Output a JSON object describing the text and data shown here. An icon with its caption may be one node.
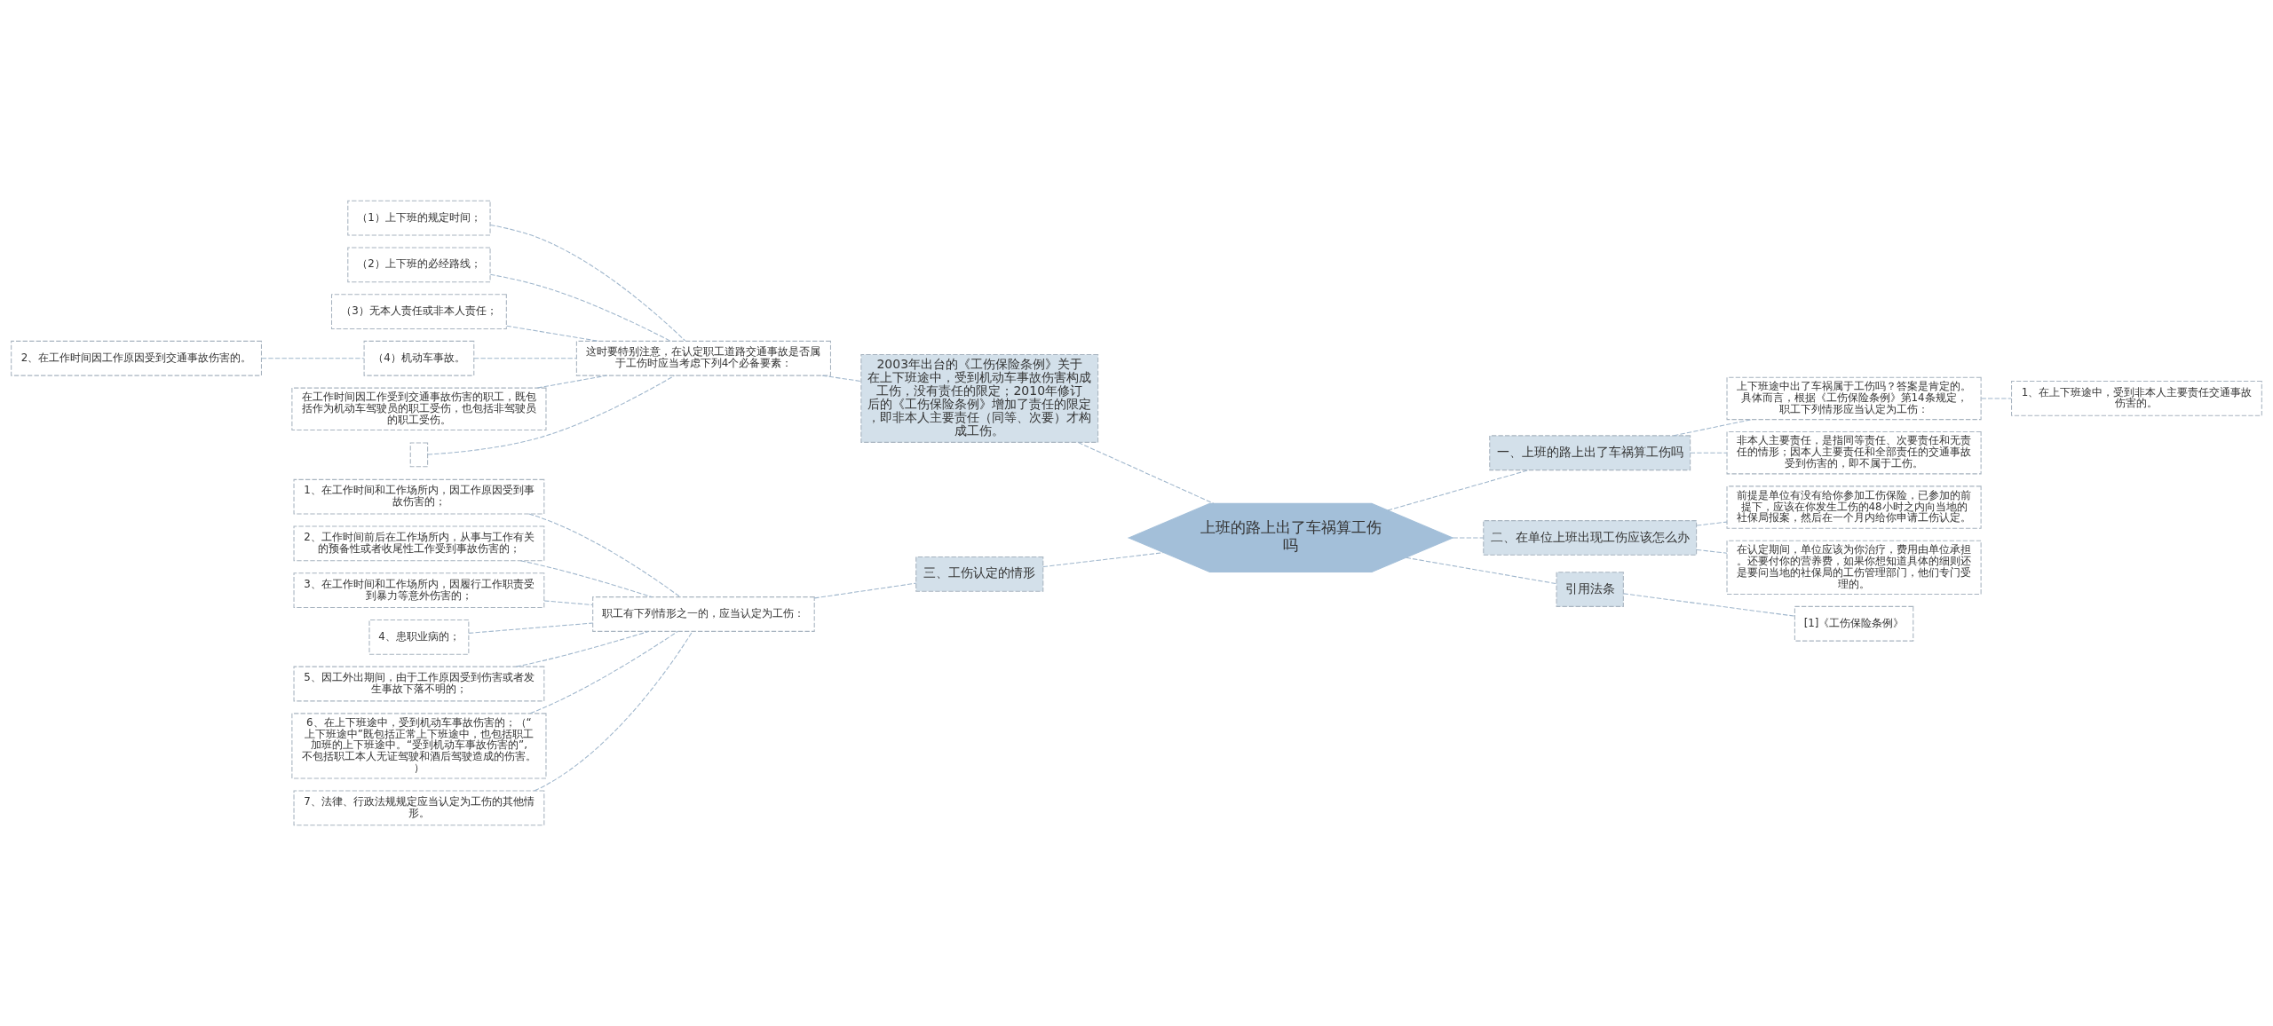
{
  "diagram": {
    "nodes": [
      {
        "text": [
          "上班的路上出了车祸算工伤吗"
        ]
      },
      {
        "text": [
          "2003年出台的《工伤保险条例》关于在上下班途中，受到机动车事故伤害构成工伤，没有责任的限定；2010年修订后的《工伤保险条例》增加了责任的限定，即非本人主要责任（同等、次要）才构成工伤。"
        ]
      },
      {
        "text": [
          "这时要特别注意，在认定职工道路交通事故是否属于工伤时应当考虑下列4个必备要素："
        ]
      },
      {
        "text": [
          "（1）上下班的规定时间；"
        ]
      },
      {
        "text": [
          "（2）上下班的必经路线；"
        ]
      },
      {
        "text": [
          "（3）无本人责任或非本人责任；"
        ]
      },
      {
        "text": [
          "（4）机动车事故。"
        ]
      },
      {
        "text": [
          "2、在工作时间因工作原因受到交通事故伤害的。"
        ]
      },
      {
        "text": [
          "在工作时间因工作受到交通事故伤害的职工，既包括作为机动车驾驶员的职工受伤，也包括非驾驶员的职工受伤。"
        ]
      },
      {
        "text": [],
        "shape": "box"
      },
      {
        "text": [
          "三、工伤认定的情形"
        ]
      },
      {
        "text": [
          "职工有下列情形之一的，应当认定为工伤："
        ]
      },
      {
        "text": [
          "1、在工作时间和工作场所内，因工作原因受到事故伤害的；"
        ]
      },
      {
        "text": [
          "2、工作时间前后在工作场所内，从事与工作有关的预备性或者收尾性工作受到事故伤害的；"
        ]
      },
      {
        "text": [
          "3、在工作时间和工作场所内，因履行工作职责受到暴力等意外伤害的；"
        ]
      },
      {
        "text": [
          "4、患职业病的；"
        ]
      },
      {
        "text": [
          "5、因工外出期间，由于工作原因受到伤害或者发生事故下落不明的；"
        ]
      },
      {
        "text": [
          "6、在上下班途中，受到机动车事故伤害的；（“上下班途中”既包括正常上下班途中，也包括职工加班的上下班途中。“受到机动车事故伤害的”,不包括职工本人无证驾驶和酒后驾驶造成的伤害。）"
        ]
      },
      {
        "text": [
          "7、法律、行政法规规定应当认定为工伤的其他情形。"
        ]
      },
      {
        "text": [
          "一、上班的路上出了车祸算工伤吗"
        ]
      },
      {
        "text": [
          "上下班途中出了车祸属于工伤吗？答案是肯定的。具体而言，根据《工伤保险条例》第14条规定，职工下列情形应当认定为工伤："
        ]
      },
      {
        "text": [
          "1、在上下班途中，受到非本人主要责任交通事故伤害的。"
        ]
      },
      {
        "text": [
          "非本人主要责任，是指同等责任、次要责任和无责任的情形；因本人主要责任和全部责任的交通事故受到伤害的，即不属于工伤。"
        ]
      },
      {
        "text": [
          "二、在单位上班出现工伤应该怎么办"
        ]
      },
      {
        "text": [
          "前提是单位有没有给你参加工伤保险，已参加的前提下，应该在你发生工伤的48小时之内向当地的社保局报案，然后在一个月内给你申请工伤认定。"
        ]
      },
      {
        "text": [
          "在认定期间，单位应该为你治疗，费用由单位承担。还要付你的营养费，如果你想知道具体的细则还是要问当地的社保局的工伤管理部门，他们专门受理的。"
        ]
      },
      {
        "text": [
          "引用法条"
        ]
      },
      {
        "text": [
          "[1]《工伤保险条例》"
        ]
      }
    ],
    "edges": [
      {
        "from": 1,
        "to": 0,
        "arrow": "none",
        "style": "dashed"
      },
      {
        "from": 2,
        "to": 1,
        "arrow": "none",
        "style": "dashed"
      },
      {
        "from": 3,
        "to": 2,
        "arrow": "none",
        "style": "dashed"
      },
      {
        "from": 4,
        "to": 2,
        "arrow": "none",
        "style": "dashed"
      },
      {
        "from": 5,
        "to": 2,
        "arrow": "none",
        "style": "dashed"
      },
      {
        "from": 6,
        "to": 2,
        "arrow": "none",
        "style": "dashed"
      },
      {
        "from": 7,
        "to": 6,
        "arrow": "none",
        "style": "dashed"
      },
      {
        "from": 8,
        "to": 2,
        "arrow": "none",
        "style": "dashed"
      },
      {
        "from": 9,
        "to": 2,
        "arrow": "none",
        "style": "dashed"
      },
      {
        "from": 10,
        "to": 0,
        "arrow": "none",
        "style": "dashed"
      },
      {
        "from": 11,
        "to": 10,
        "arrow": "none",
        "style": "dashed"
      },
      {
        "from": 12,
        "to": 11,
        "arrow": "none",
        "style": "dashed"
      },
      {
        "from": 13,
        "to": 11,
        "arrow": "none",
        "style": "dashed"
      },
      {
        "from": 14,
        "to": 11,
        "arrow": "none",
        "style": "dashed"
      },
      {
        "from": 15,
        "to": 11,
        "arrow": "none",
        "style": "dashed"
      },
      {
        "from": 16,
        "to": 11,
        "arrow": "none",
        "style": "dashed"
      },
      {
        "from": 17,
        "to": 11,
        "arrow": "none",
        "style": "dashed"
      },
      {
        "from": 18,
        "to": 11,
        "arrow": "none",
        "style": "dashed"
      },
      {
        "from": 0,
        "to": 19,
        "arrow": "none",
        "style": "dashed"
      },
      {
        "from": 19,
        "to": 20,
        "arrow": "none",
        "style": "dashed"
      },
      {
        "from": 20,
        "to": 21,
        "arrow": "none",
        "style": "dashed"
      },
      {
        "from": 19,
        "to": 22,
        "arrow": "none",
        "style": "dashed"
      },
      {
        "from": 0,
        "to": 23,
        "arrow": "none",
        "style": "dashed"
      },
      {
        "from": 23,
        "to": 24,
        "arrow": "none",
        "style": "dashed"
      },
      {
        "from": 23,
        "to": 25,
        "arrow": "none",
        "style": "dashed"
      },
      {
        "from": 0,
        "to": 26,
        "arrow": "none",
        "style": "dashed"
      },
      {
        "from": 26,
        "to": 27,
        "arrow": "none",
        "style": "dashed"
      }
    ]
  }
}
